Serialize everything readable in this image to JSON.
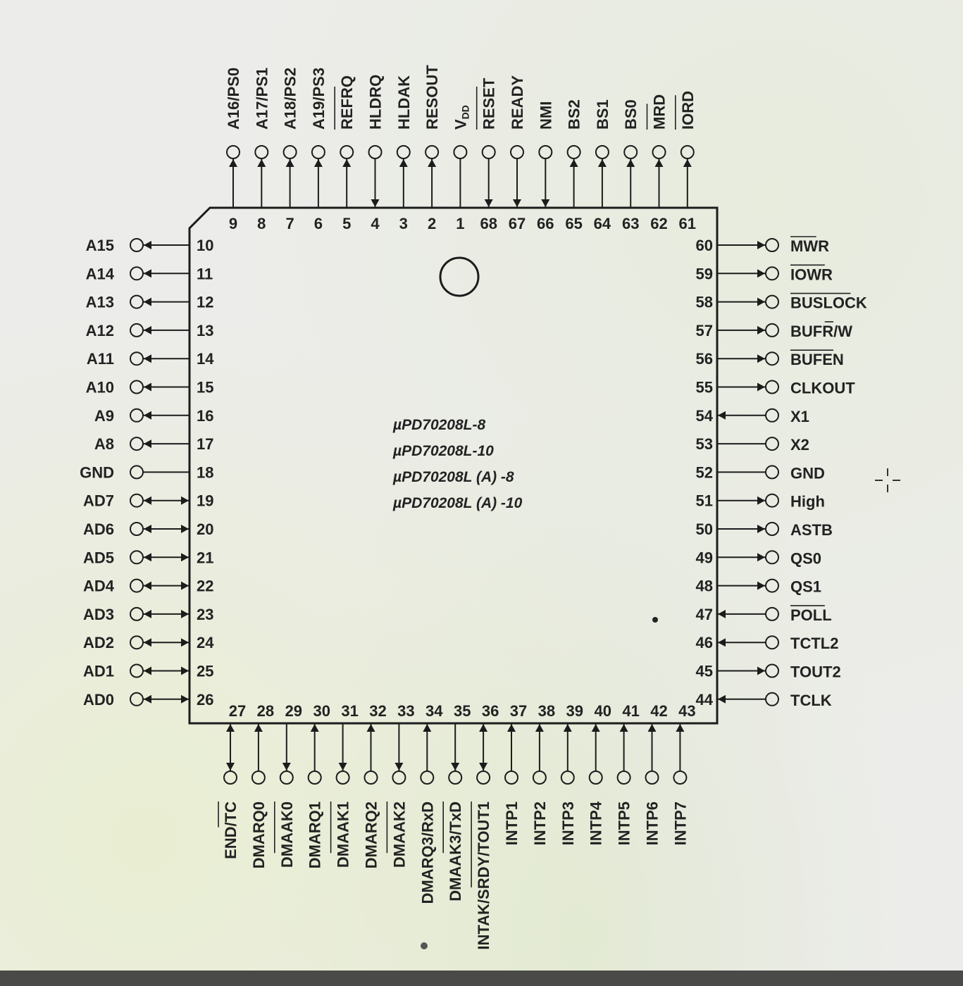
{
  "part_numbers": [
    "µPD70208L-8",
    "µPD70208L-10",
    "µPD70208L (A) -8",
    "µPD70208L (A) -10"
  ],
  "pins": {
    "top": [
      {
        "num": "9",
        "name": "A16/PS0",
        "dir": "out"
      },
      {
        "num": "8",
        "name": "A17/PS1",
        "dir": "out"
      },
      {
        "num": "7",
        "name": "A18/PS2",
        "dir": "out"
      },
      {
        "num": "6",
        "name": "A19/PS3",
        "dir": "out"
      },
      {
        "num": "5",
        "name": "REFRQ",
        "overline": true,
        "dir": "out"
      },
      {
        "num": "4",
        "name": "HLDRQ",
        "dir": "in"
      },
      {
        "num": "3",
        "name": "HLDAK",
        "dir": "out"
      },
      {
        "num": "2",
        "name": "RESOUT",
        "dir": "out"
      },
      {
        "num": "1",
        "name": "VDD",
        "dir": "none"
      },
      {
        "num": "68",
        "name": "RESET",
        "overline": true,
        "dir": "in"
      },
      {
        "num": "67",
        "name": "READY",
        "dir": "in"
      },
      {
        "num": "66",
        "name": "NMI",
        "dir": "in"
      },
      {
        "num": "65",
        "name": "BS2",
        "dir": "out"
      },
      {
        "num": "64",
        "name": "BS1",
        "dir": "out"
      },
      {
        "num": "63",
        "name": "BS0",
        "dir": "out"
      },
      {
        "num": "62",
        "name": "MRD",
        "overline": true,
        "dir": "out"
      },
      {
        "num": "61",
        "name": "IORD",
        "overline": true,
        "dir": "out"
      }
    ],
    "left": [
      {
        "num": "10",
        "name": "A15",
        "dir": "out"
      },
      {
        "num": "11",
        "name": "A14",
        "dir": "out"
      },
      {
        "num": "12",
        "name": "A13",
        "dir": "out"
      },
      {
        "num": "13",
        "name": "A12",
        "dir": "out"
      },
      {
        "num": "14",
        "name": "A11",
        "dir": "out"
      },
      {
        "num": "15",
        "name": "A10",
        "dir": "out"
      },
      {
        "num": "16",
        "name": "A9",
        "dir": "out"
      },
      {
        "num": "17",
        "name": "A8",
        "dir": "out"
      },
      {
        "num": "18",
        "name": "GND",
        "dir": "none"
      },
      {
        "num": "19",
        "name": "AD7",
        "dir": "bidir"
      },
      {
        "num": "20",
        "name": "AD6",
        "dir": "bidir"
      },
      {
        "num": "21",
        "name": "AD5",
        "dir": "bidir"
      },
      {
        "num": "22",
        "name": "AD4",
        "dir": "bidir"
      },
      {
        "num": "23",
        "name": "AD3",
        "dir": "bidir"
      },
      {
        "num": "24",
        "name": "AD2",
        "dir": "bidir"
      },
      {
        "num": "25",
        "name": "AD1",
        "dir": "bidir"
      },
      {
        "num": "26",
        "name": "AD0",
        "dir": "bidir"
      }
    ],
    "right": [
      {
        "num": "60",
        "name": "MWR",
        "overline": true,
        "dir": "out"
      },
      {
        "num": "59",
        "name": "IOWR",
        "overline": true,
        "dir": "out"
      },
      {
        "num": "58",
        "name": "BUSLOCK",
        "overline": true,
        "dir": "out"
      },
      {
        "num": "57",
        "name": "BUFR/W",
        "overline": true,
        "dir": "out"
      },
      {
        "num": "56",
        "name": "BUFEN",
        "overline": true,
        "dir": "out"
      },
      {
        "num": "55",
        "name": "CLKOUT",
        "dir": "out"
      },
      {
        "num": "54",
        "name": "X1",
        "dir": "in"
      },
      {
        "num": "53",
        "name": "X2",
        "dir": "none"
      },
      {
        "num": "52",
        "name": "GND",
        "dir": "none"
      },
      {
        "num": "51",
        "name": "High",
        "dir": "out"
      },
      {
        "num": "50",
        "name": "ASTB",
        "dir": "out"
      },
      {
        "num": "49",
        "name": "QS0",
        "dir": "out"
      },
      {
        "num": "48",
        "name": "QS1",
        "dir": "out"
      },
      {
        "num": "47",
        "name": "POLL",
        "overline": true,
        "dir": "in"
      },
      {
        "num": "46",
        "name": "TCTL2",
        "dir": "in"
      },
      {
        "num": "45",
        "name": "TOUT2",
        "dir": "out"
      },
      {
        "num": "44",
        "name": "TCLK",
        "dir": "in"
      }
    ],
    "bottom": [
      {
        "num": "27",
        "name": "END/TC",
        "overline": true,
        "dir": "bidir"
      },
      {
        "num": "28",
        "name": "DMARQ0",
        "dir": "in"
      },
      {
        "num": "29",
        "name": "DMAAK0",
        "overline": true,
        "dir": "out"
      },
      {
        "num": "30",
        "name": "DMARQ1",
        "dir": "in"
      },
      {
        "num": "31",
        "name": "DMAAK1",
        "overline": true,
        "dir": "out"
      },
      {
        "num": "32",
        "name": "DMARQ2",
        "dir": "in"
      },
      {
        "num": "33",
        "name": "DMAAK2",
        "overline": true,
        "dir": "out"
      },
      {
        "num": "34",
        "name": "DMARQ3/RxD",
        "dir": "in"
      },
      {
        "num": "35",
        "name": "DMAAK3/TxD",
        "overline": true,
        "dir": "out"
      },
      {
        "num": "36",
        "name": "INTAK/SRDY/TOUT1",
        "overline": true,
        "dir": "bidir"
      },
      {
        "num": "37",
        "name": "INTP1",
        "dir": "in"
      },
      {
        "num": "38",
        "name": "INTP2",
        "dir": "in"
      },
      {
        "num": "39",
        "name": "INTP3",
        "dir": "in"
      },
      {
        "num": "40",
        "name": "INTP4",
        "dir": "in"
      },
      {
        "num": "41",
        "name": "INTP5",
        "dir": "in"
      },
      {
        "num": "42",
        "name": "INTP6",
        "dir": "in"
      },
      {
        "num": "43",
        "name": "INTP7",
        "dir": "in"
      }
    ]
  }
}
